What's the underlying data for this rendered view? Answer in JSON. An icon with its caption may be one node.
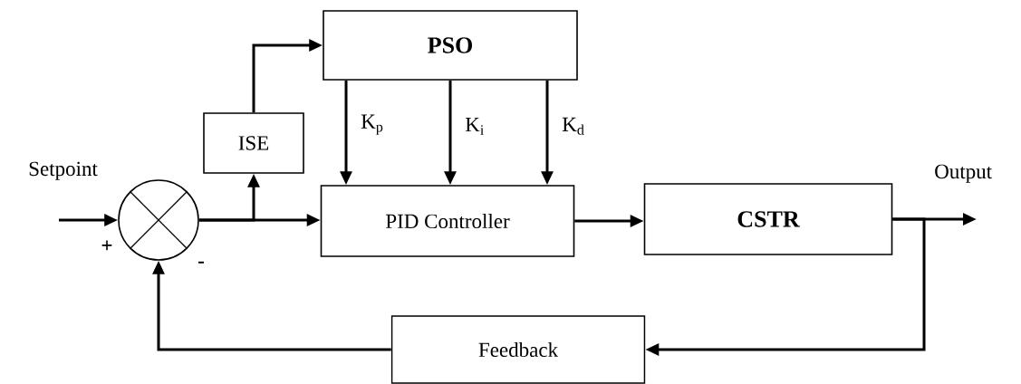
{
  "diagram": {
    "nodes": [
      {
        "text": [
          "PSO"
        ]
      },
      {
        "text": [
          "ISE"
        ]
      },
      {
        "text": [],
        "shape": "circle"
      },
      {
        "text": [
          "PID Controller"
        ]
      },
      {
        "text": [
          "CSTR"
        ]
      },
      {
        "text": [
          "Feedback"
        ]
      }
    ],
    "edges": [
      {
        "from": null,
        "to": 2,
        "arrow": "to",
        "label": "Setpoint"
      },
      {
        "from": 2,
        "to": 3,
        "arrow": "to"
      },
      {
        "from": 2,
        "to": 1,
        "arrow": "to"
      },
      {
        "from": 1,
        "to": 0,
        "arrow": "to"
      },
      {
        "from": 0,
        "to": 3,
        "arrow": "to",
        "label": "K$_{p}$"
      },
      {
        "from": 0,
        "to": 3,
        "arrow": "to",
        "label": "K$_{i}$"
      },
      {
        "from": 0,
        "to": 3,
        "arrow": "to",
        "label": "K$_{d}$"
      },
      {
        "from": 3,
        "to": 4,
        "arrow": "to"
      },
      {
        "from": 4,
        "to": null,
        "arrow": "to",
        "label": "Output"
      },
      {
        "from": 4,
        "to": 5,
        "arrow": "to"
      },
      {
        "from": 5,
        "to": 2,
        "arrow": "to"
      }
    ],
    "labels": [
      "+",
      "-"
    ]
  }
}
